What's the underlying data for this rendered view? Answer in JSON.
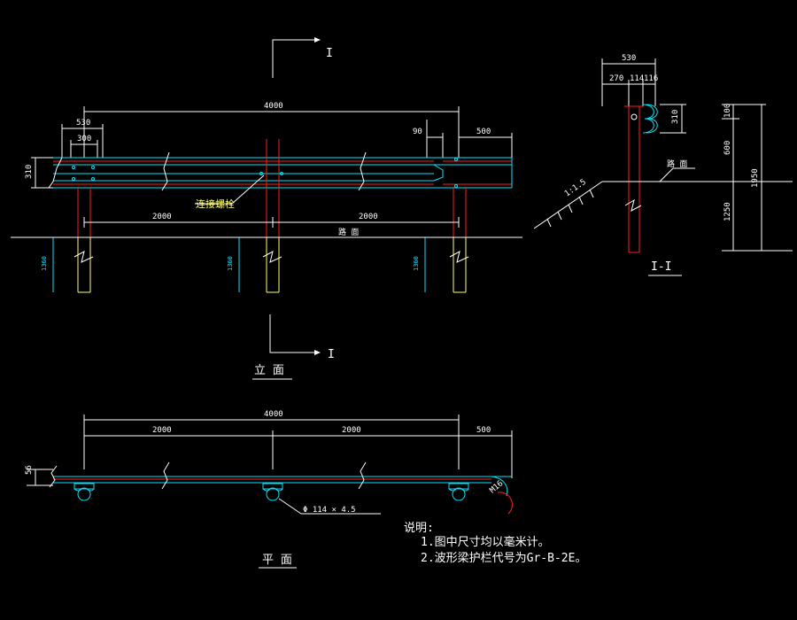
{
  "elevation": {
    "title": "立 面",
    "dim_total": "4000",
    "dim_530": "530",
    "dim_300": "300",
    "dim_310": "310",
    "dim_90": "90",
    "dim_500": "500",
    "dim_span1": "2000",
    "dim_span2": "2000",
    "bolt_label": "连接螺栓",
    "road_label": "路 面",
    "post_depth": "1360",
    "section_mark_top": "I",
    "section_mark_bottom": "I"
  },
  "section": {
    "title": "I-I",
    "dim_530": "530",
    "dim_270": "270",
    "dim_114": "114",
    "dim_116": "116",
    "dim_310": "310",
    "dim_100": "100",
    "dim_600": "600",
    "dim_1250": "1250",
    "dim_1950": "1950",
    "road_label": "路 面",
    "slope": "1:1.5"
  },
  "plan": {
    "title": "平 面",
    "dim_total": "4000",
    "dim_span1": "2000",
    "dim_span2": "2000",
    "dim_500": "500",
    "dim_56": "56",
    "pipe_label": "Φ 114 × 4.5",
    "bolt_callout": "M16"
  },
  "notes": {
    "heading": "说明:",
    "line1": "1.图中尺寸均以毫米计。",
    "line2": "2.波形梁护栏代号为Gr-B-2E。"
  },
  "colors": {
    "background": "#000000",
    "dimension": "#ffffff",
    "rail": "#00e5ff",
    "post": "#ff2020",
    "label": "#ffff66"
  }
}
